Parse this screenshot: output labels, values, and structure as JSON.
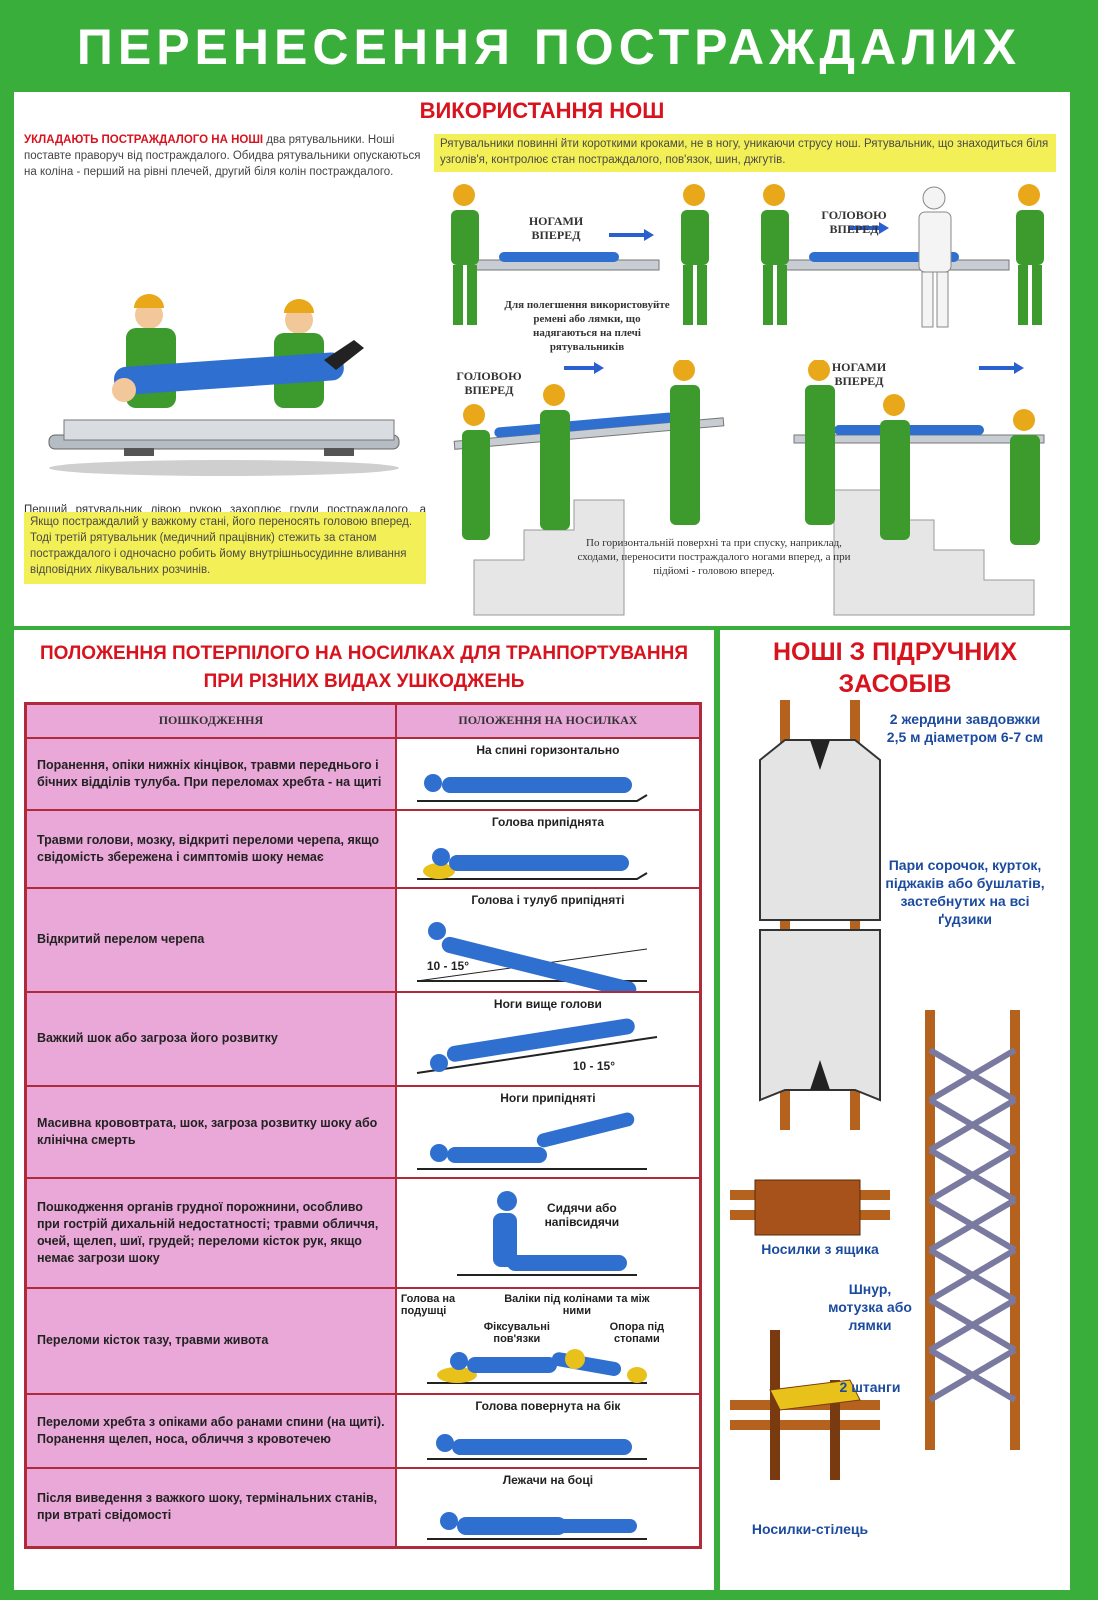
{
  "title": "ПЕРЕНЕСЕННЯ ПОСТРАЖДАЛИХ",
  "stretcher_use": {
    "heading": "ВИКОРИСТАННЯ НОШ",
    "intro_lead": "УКЛАДАЮТЬ ПОСТРАЖДАЛОГО НА НОШІ",
    "intro_rest": " два рятувальники. Ноші поставте праворуч від постраждалого. Обидва рятувальники опускаються на коліна - перший на рівні плечей, другий біля колін постраждалого.",
    "top_note": "Рятувальники повинні йти короткими кроками, не в ногу, уникаючи струсу нош. Рятувальник, що знаходиться біля узголів'я, контролює стан постраждалого, пов'язок, шин, джгутів.",
    "lift_paragraph": "Перший рятувальник лівою рукою захоплює груди постраждалого, а правою фіксує голову. Другий рятувальник лівою рукою захоплює гомілки постраждалого зверху, а правою його стегно знизу. За командою першого рятувальника обережно піднімають постраждалого на рівень носилок, а потім за другою командою опускають на них.",
    "severe_note": "Якщо постраждалий у важкому стані, його переносять головою вперед. Тоді третій рятувальник (медичний працівник) стежить за станом постраждалого і одночасно робить йому внутрішньосудинне вливання відповідних лікувальних розчинів.",
    "dir_feet_first": "НОГАМИ ВПЕРЕД",
    "dir_head_first": "ГОЛОВОЮ ВПЕРЕД",
    "dir_head_first_2": "ГОЛОВОЮ ВПЕРЕД",
    "dir_feet_first_2": "НОГАМИ ВПЕРЕД",
    "straps_caption": "Для полегшення використовуйте ремені або лямки, що надягаються на плечі рятувальників",
    "stairs_caption": "По горизонтальній поверхні та при спуску, наприклад, сходами, переносити постраждалого ногами вперед, а при підйомі - головою вперед."
  },
  "positions": {
    "heading": "ПОЛОЖЕННЯ ПОТЕРПІЛОГО НА НОСИЛКАХ ДЛЯ ТРАНПОРТУВАННЯ ПРИ РІЗНИХ ВИДАХ УШКОДЖЕНЬ",
    "col_injury": "ПОШКОДЖЕННЯ",
    "col_position": "ПОЛОЖЕННЯ НА НОСИЛКАХ",
    "rows": [
      {
        "injury": "Поранення, опіки нижніх кінцівок, травми переднього і бічних відділів тулуба. При переломах хребта - на щиті",
        "position": "На спині горизонтально"
      },
      {
        "injury": "Травми голови, мозку, відкриті переломи черепа, якщо свідомість збережена і симптомів шоку немає",
        "position": "Голова припіднята"
      },
      {
        "injury": "Відкритий перелом черепа",
        "position": "Голова і тулуб припідняті",
        "angle": "10 - 15°"
      },
      {
        "injury": "Важкий шок або загроза його розвитку",
        "position": "Ноги вище голови",
        "angle": "10 - 15°"
      },
      {
        "injury": "Масивна крововтрата, шок, загроза розвитку шоку або клінічна смерть",
        "position": "Ноги припідняті"
      },
      {
        "injury": "Пошкодження органів грудної порожнини, особливо при гострій дихальній недостатності; травми обличчя, очей, щелеп, шиї, грудей; переломи кісток рук, якщо немає загрози шоку",
        "position": "Сидячи або напівсидячи"
      },
      {
        "injury": "Переломи кісток тазу, травми живота",
        "position": "",
        "labels": [
          "Голова на подушці",
          "Валіки під колінами та між ними",
          "Фіксувальні пов'язки",
          "Опора під стопами"
        ]
      },
      {
        "injury": "Переломи хребта з опіками або ранами спини (на щиті). Поранення щелеп, носа, обличчя з кровотечею",
        "position": "Голова повернута на бік"
      },
      {
        "injury": "Після виведення з важкого шоку, термінальних станів, при втраті свідомості",
        "position": "Лежачи на боці"
      }
    ]
  },
  "improvised": {
    "heading": "НОШІ З ПІДРУЧНИХ ЗАСОБІВ",
    "poles_label": "2 жердини завдовжки 2,5 м діаметром 6-7 см",
    "shirts_label": "Пари сорочок, курток, піджаків або бушлатів, застебнутих на всі ґудзики",
    "box_label": "Носилки з ящика",
    "rope_label": "Шнур, мотузка або лямки",
    "bars_label": "2 штанги",
    "chair_label": "Носилки-стілець"
  },
  "colors": {
    "background_green": "#3aae3a",
    "heading_red": "#d8131e",
    "table_pink": "#e9a8d8",
    "table_border": "#b02a3a",
    "note_yellow": "#f3ef56",
    "label_blue": "#1c4b9e"
  }
}
